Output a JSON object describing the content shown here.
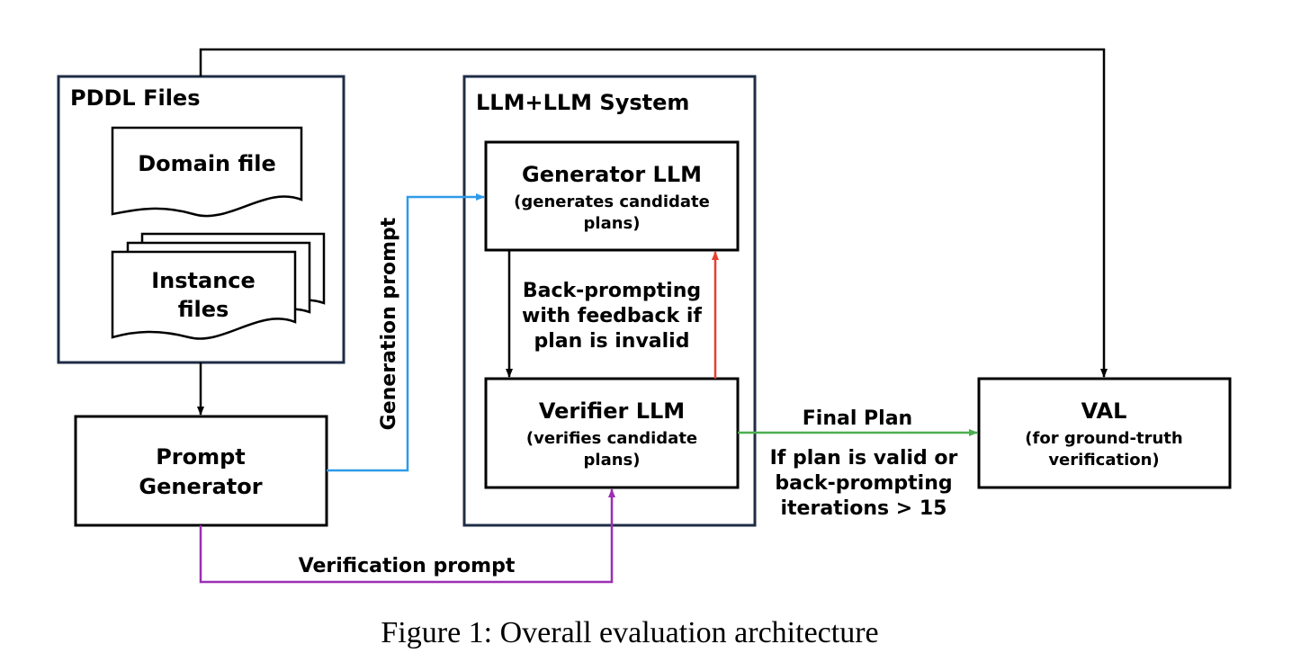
{
  "pddl": {
    "title": "PDDL Files",
    "domain_file": "Domain file",
    "instance_line1": "Instance",
    "instance_line2": "files"
  },
  "llm_system": {
    "title": "LLM+LLM System"
  },
  "generator": {
    "title": "Generator LLM",
    "desc_line1": "(generates candidate",
    "desc_line2": "plans)"
  },
  "verifier": {
    "title": "Verifier LLM",
    "desc_line1": "(verifies candidate",
    "desc_line2": "plans)"
  },
  "prompt_generator": {
    "line1": "Prompt",
    "line2": "Generator"
  },
  "val": {
    "title": "VAL",
    "desc_line1": "(for ground-truth",
    "desc_line2": "verification)"
  },
  "labels": {
    "generation_prompt": "Generation prompt",
    "verification_prompt": "Verification prompt",
    "backprompt_line1": "Back-prompting",
    "backprompt_line2": "with feedback if",
    "backprompt_line3": "plan is invalid",
    "final_plan": "Final Plan",
    "condition_line1": "If plan is valid or",
    "condition_line2": "back-prompting",
    "condition_line3": "iterations > 15"
  },
  "caption": "Figure 1: Overall evaluation architecture",
  "colors": {
    "box_border_dark": "#1f2d45",
    "generation_arrow": "#2f9be8",
    "verification_arrow": "#9b2fb3",
    "feedback_arrow": "#e8402e",
    "final_plan_arrow": "#4caf50",
    "black": "#000000"
  }
}
